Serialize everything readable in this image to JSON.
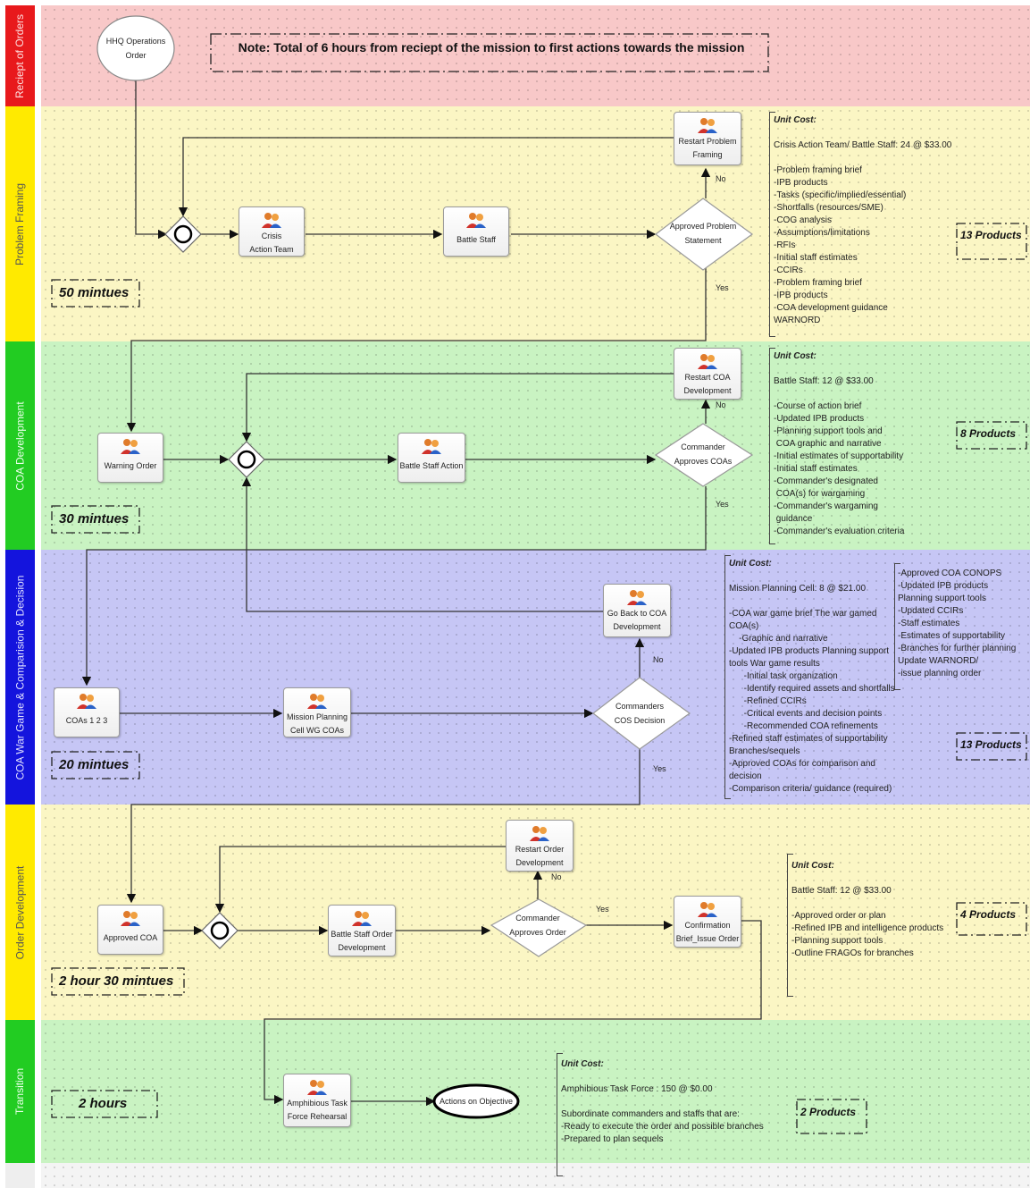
{
  "lanes": [
    {
      "name": "Reciept of Orders",
      "tab_color": "#e8191c",
      "bg": "#f8c8c8"
    },
    {
      "name": "Problem Framing",
      "tab_color": "#ffea00",
      "bg": "#fbf6c4"
    },
    {
      "name": "COA Development",
      "tab_color": "#22cc22",
      "bg": "#c9f3c2"
    },
    {
      "name": "COA War Game & Comparision & Decision",
      "tab_color": "#1414dd",
      "bg": "#c6c6f5"
    },
    {
      "name": "Order Development",
      "tab_color": "#ffea00",
      "bg": "#fbf6c4"
    },
    {
      "name": "Transition",
      "tab_color": "#22cc22",
      "bg": "#c9f3c2"
    }
  ],
  "note": "Note: Total of 6 hours from reciept of the mission to first actions towards the mission",
  "start_event": "HHQ Operations\nOrder",
  "end_event": "Actions on Objective",
  "tasks": {
    "crisis_action_team": "Crisis\nAction Team",
    "battle_staff": "Battle Staff",
    "restart_problem_framing": "Restart Problem\nFraming",
    "warning_order": "Warning Order",
    "battle_staff_action": "Battle Staff Action",
    "restart_coa_development": "Restart COA\nDevelopment",
    "coas_123": "COAs 1 2 3",
    "mission_planning_cell": "Mission Planning\nCell WG COAs",
    "go_back_coa": "Go Back to COA\nDevelopment",
    "approved_coa": "Approved COA",
    "battle_staff_order_dev": "Battle Staff Order\nDevelopment",
    "restart_order_dev": "Restart Order\nDevelopment",
    "confirmation_brief": "Confirmation\nBrief_Issue Order",
    "amphibious_rehearsal": "Amphibious Task\nForce Rehearsal"
  },
  "decisions": {
    "approved_problem_statement": "Approved Problem\nStatement",
    "commander_approves_coas": "Commander\nApproves COAs",
    "commanders_cos_decision": "Commanders\nCOS Decision",
    "commander_approves_order": "Commander\nApproves Order"
  },
  "flow_labels": {
    "yes": "Yes",
    "no": "No"
  },
  "durations": {
    "problem_framing": "50 mintues",
    "coa_development": "30 mintues",
    "war_game": "20 mintues",
    "order_development": "2 hour 30 mintues",
    "transition": "2 hours"
  },
  "products": {
    "problem_framing": "13 Products",
    "coa_development": "8 Products",
    "war_game": "13 Products",
    "order_development": "4 Products",
    "transition": "2 Products"
  },
  "unit_cost_heading": "Unit Cost:",
  "annotations": {
    "problem_framing": "Crisis Action Team/ Battle Staff: 24 @ $33.00\n\n-Problem framing brief\n-IPB products\n-Tasks (specific/implied/essential)\n-Shortfalls (resources/SME)\n-COG analysis\n-Assumptions/limitations\n-RFIs\n-Initial staff estimates\n-CCIRs\n-Problem framing brief\n-IPB products\n-COA development guidance\nWARNORD",
    "coa_development": "Battle Staff: 12 @ $33.00\n\n-Course of action brief\n-Updated IPB products\n-Planning support tools and\n COA graphic and narrative\n-Initial estimates of supportability\n-Initial staff estimates\n-Commander's designated\n COA(s) for wargaming\n-Commander's wargaming\n guidance\n-Commander's evaluation criteria",
    "war_game_left": "Mission Planning Cell: 8 @ $21.00\n\n-COA war game brief The war gamed\nCOA(s)\n    -Graphic and narrative\n-Updated IPB products Planning support\ntools War game results\n      -Initial task organization\n      -Identify required assets and shortfalls\n      -Refined CCIRs\n      -Critical events and decision points\n      -Recommended COA refinements\n-Refined staff estimates of supportability\nBranches/sequels\n-Approved COAs for comparison and\ndecision\n-Comparison criteria/ guidance (required)",
    "war_game_right": "-Approved COA CONOPS\n-Updated IPB products\nPlanning support tools\n-Updated CCIRs\n-Staff estimates\n-Estimates of supportability\n-Branches for further planning\nUpdate WARNORD/\n-issue planning order",
    "order_development": "Battle Staff: 12 @ $33.00\n\n-Approved order or plan\n-Refined IPB and intelligence products\n-Planning support tools\n-Outline FRAGOs for branches",
    "transition": "Amphibious Task Force : 150 @ $0.00\n\nSubordinate commanders and staffs that are:\n-Ready to execute the order and possible branches\n-Prepared to plan sequels"
  },
  "icons": {
    "task": "people-icon",
    "gateway": "exclusive-gateway-icon"
  }
}
